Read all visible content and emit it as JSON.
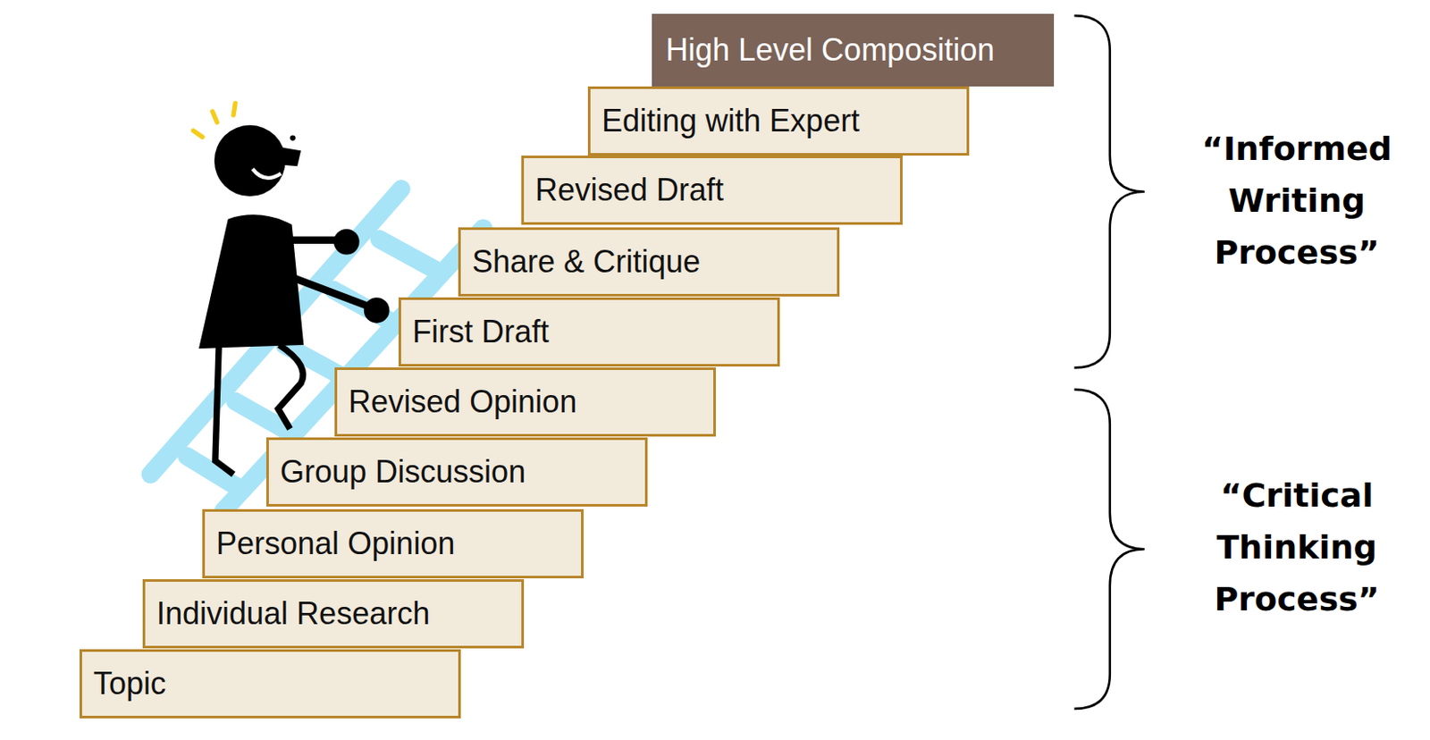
{
  "diagram": {
    "nodes": [
      {
        "text": [
          "Topic"
        ]
      },
      {
        "text": [
          "Individual Research"
        ]
      },
      {
        "text": [
          "Personal Opinion"
        ]
      },
      {
        "text": [
          "Group Discussion"
        ]
      },
      {
        "text": [
          "Revised Opinion"
        ]
      },
      {
        "text": [
          "First Draft"
        ]
      },
      {
        "text": [
          "Share & Critique"
        ]
      },
      {
        "text": [
          "Revised Draft"
        ]
      },
      {
        "text": [
          "Editing with Expert"
        ]
      },
      {
        "text": [
          "High Level Composition"
        ]
      }
    ],
    "labels": [
      "“Informed Writing Process”",
      "“Critical Thinking Process”"
    ]
  }
}
